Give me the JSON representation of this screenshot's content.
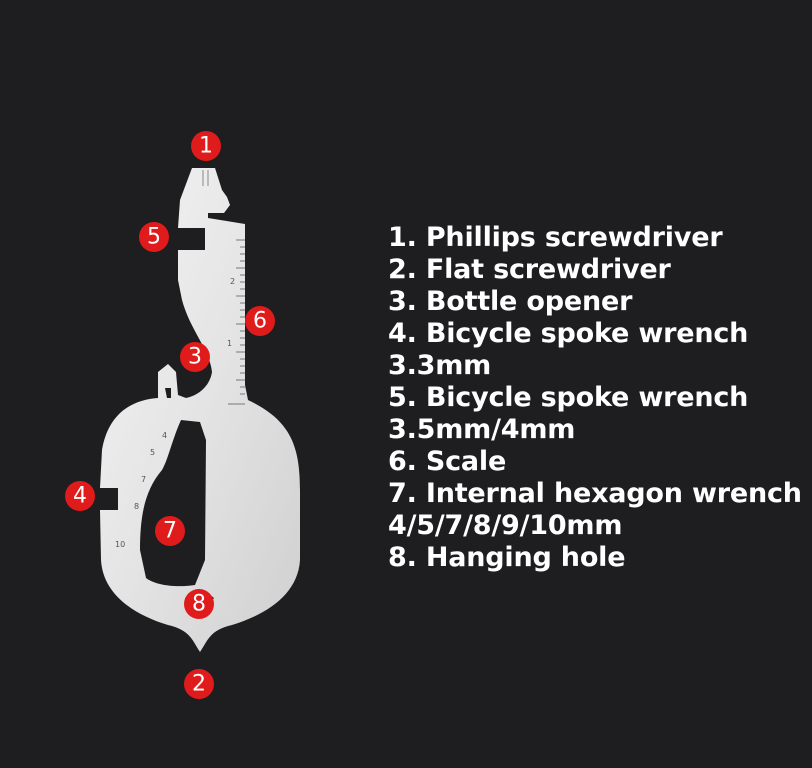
{
  "markers": [
    {
      "label": "1"
    },
    {
      "label": "5"
    },
    {
      "label": "6"
    },
    {
      "label": "3"
    },
    {
      "label": "4"
    },
    {
      "label": "7"
    },
    {
      "label": "8"
    },
    {
      "label": "2"
    }
  ],
  "hex_sizes": [
    "4",
    "5",
    "7",
    "8",
    "10"
  ],
  "scale_ticks": [
    "2",
    "1"
  ],
  "legend_lines": [
    "1. Phillips screwdriver",
    "2. Flat screwdriver",
    "3. Bottle opener",
    "4. Bicycle spoke wrench",
    "3.3mm",
    "5. Bicycle spoke wrench",
    "3.5mm/4mm",
    "6. Scale",
    "7. Internal hexagon wrench",
    "4/5/7/8/9/10mm",
    "8. Hanging hole"
  ],
  "colors": {
    "background": "#1e1e20",
    "marker": "#e01b1b",
    "tool": "#e9e9e9",
    "text": "#ffffff"
  }
}
